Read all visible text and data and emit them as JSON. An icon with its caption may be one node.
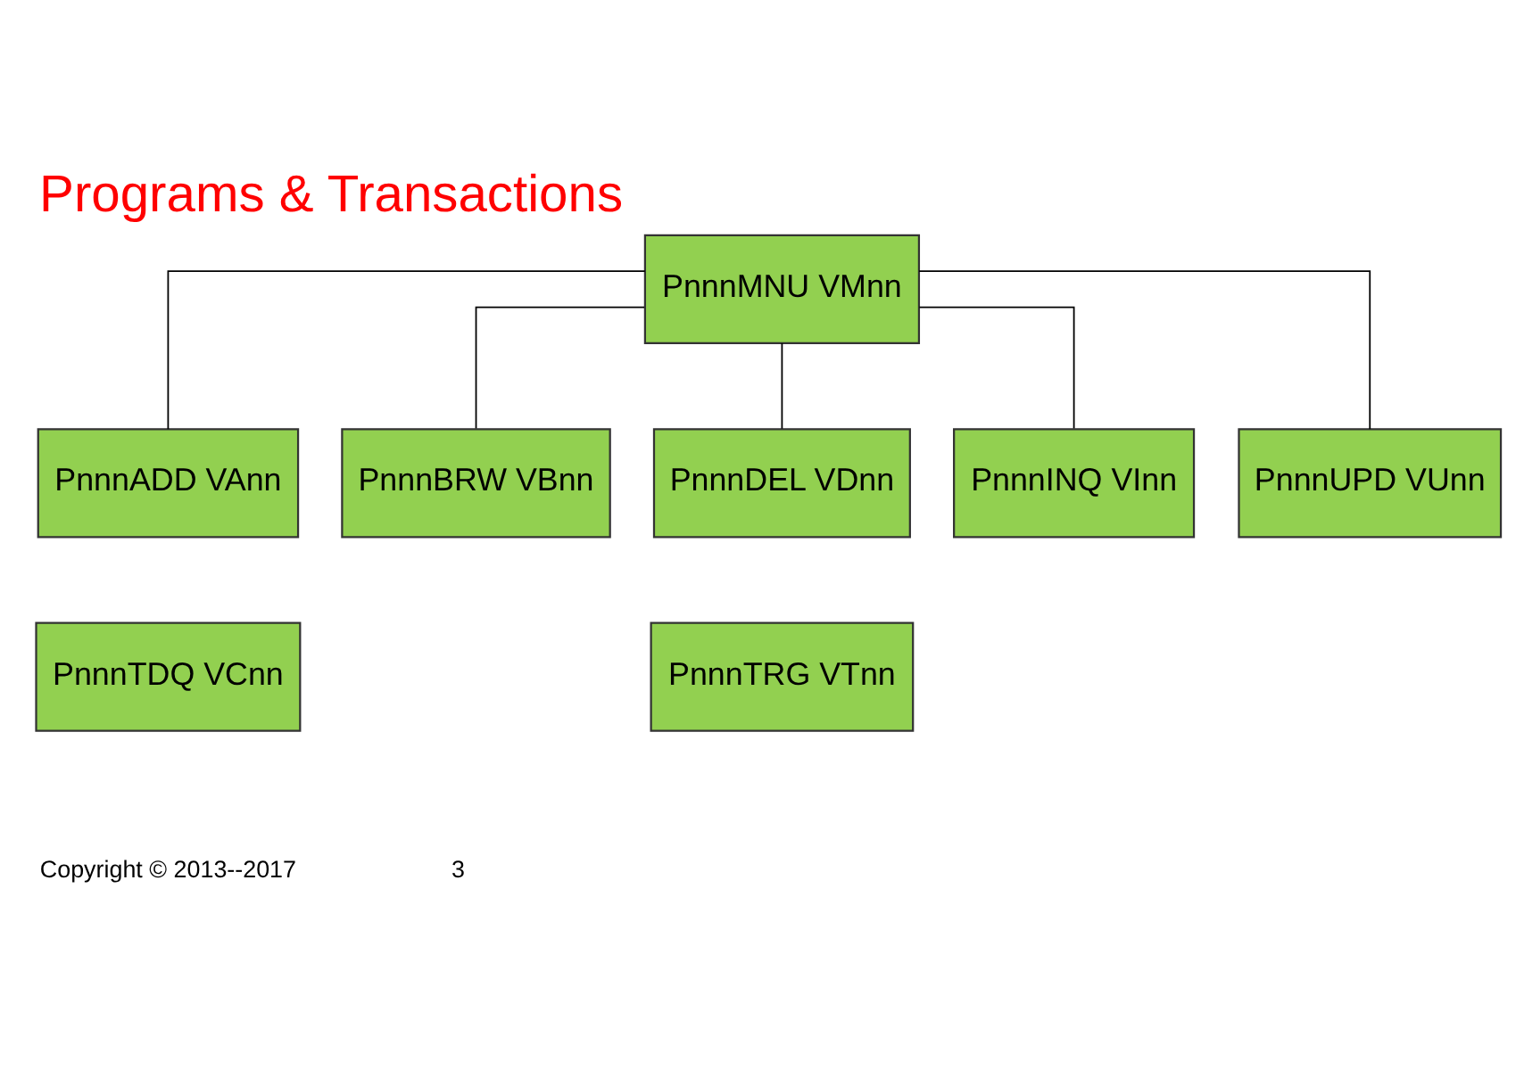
{
  "diagram": {
    "title": "Programs & Transactions",
    "nodes": [
      {
        "text": [
          "PnnnMNU VMnn"
        ]
      },
      {
        "text": [
          "PnnnADD VAnn"
        ]
      },
      {
        "text": [
          "PnnnBRW VBnn"
        ]
      },
      {
        "text": [
          "PnnnDEL VDnn"
        ]
      },
      {
        "text": [
          "PnnnINQ VInn"
        ]
      },
      {
        "text": [
          "PnnnUPD VUnn"
        ]
      },
      {
        "text": [
          "PnnnTDQ VCnn"
        ]
      },
      {
        "text": [
          "PnnnTRG VTnn"
        ]
      }
    ],
    "edges": [
      {
        "from": 0,
        "to": 1,
        "arrow": "none"
      },
      {
        "from": 0,
        "to": 2,
        "arrow": "none"
      },
      {
        "from": 0,
        "to": 3,
        "arrow": "none"
      },
      {
        "from": 0,
        "to": 4,
        "arrow": "none"
      },
      {
        "from": 0,
        "to": 5,
        "arrow": "none"
      }
    ],
    "labels": [
      "Copyright © 2013--2017",
      "3"
    ]
  }
}
